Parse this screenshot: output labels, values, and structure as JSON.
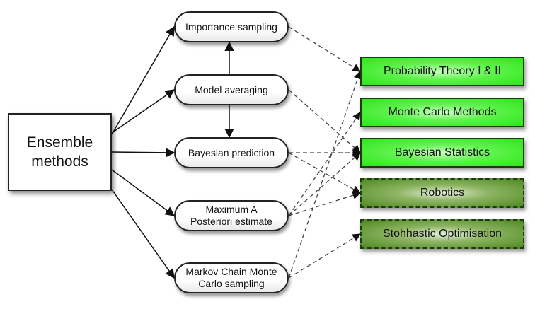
{
  "root": {
    "label_line1": "Ensemble",
    "label_line2": "methods"
  },
  "methods": [
    {
      "id": "importance-sampling",
      "line1": "Importance sampling",
      "line2": ""
    },
    {
      "id": "model-averaging",
      "line1": "Model averaging",
      "line2": ""
    },
    {
      "id": "bayesian-prediction",
      "line1": "Bayesian prediction",
      "line2": ""
    },
    {
      "id": "map-estimate",
      "line1": "Maximum A",
      "line2": "Posteriori estimate"
    },
    {
      "id": "mcmc-sampling",
      "line1": "Markov Chain Monte",
      "line2": "Carlo sampling"
    }
  ],
  "topics": [
    {
      "id": "probability-theory",
      "label": "Probability Theory I & II",
      "style": "solid"
    },
    {
      "id": "monte-carlo-methods",
      "label": "Monte Carlo Methods",
      "style": "solid"
    },
    {
      "id": "bayesian-statistics",
      "label": "Bayesian Statistics",
      "style": "solid"
    },
    {
      "id": "robotics",
      "label": "Robotics",
      "style": "dashed"
    },
    {
      "id": "stochastic-optimisation",
      "label": "Stohhastic Optimisation",
      "style": "dashed"
    }
  ],
  "solid_edges": [
    {
      "from": "root",
      "to": "importance-sampling"
    },
    {
      "from": "root",
      "to": "model-averaging"
    },
    {
      "from": "root",
      "to": "bayesian-prediction"
    },
    {
      "from": "root",
      "to": "map-estimate"
    },
    {
      "from": "root",
      "to": "mcmc-sampling"
    },
    {
      "from": "model-averaging",
      "to": "importance-sampling"
    },
    {
      "from": "model-averaging",
      "to": "bayesian-prediction"
    }
  ],
  "dashed_edges": [
    {
      "from": "importance-sampling",
      "to": "probability-theory"
    },
    {
      "from": "model-averaging",
      "to": "bayesian-statistics"
    },
    {
      "from": "bayesian-prediction",
      "to": "bayesian-statistics"
    },
    {
      "from": "bayesian-prediction",
      "to": "robotics"
    },
    {
      "from": "map-estimate",
      "to": "monte-carlo-methods"
    },
    {
      "from": "map-estimate",
      "to": "bayesian-statistics"
    },
    {
      "from": "map-estimate",
      "to": "robotics"
    },
    {
      "from": "mcmc-sampling",
      "to": "probability-theory"
    },
    {
      "from": "mcmc-sampling",
      "to": "stochastic-optimisation"
    }
  ]
}
